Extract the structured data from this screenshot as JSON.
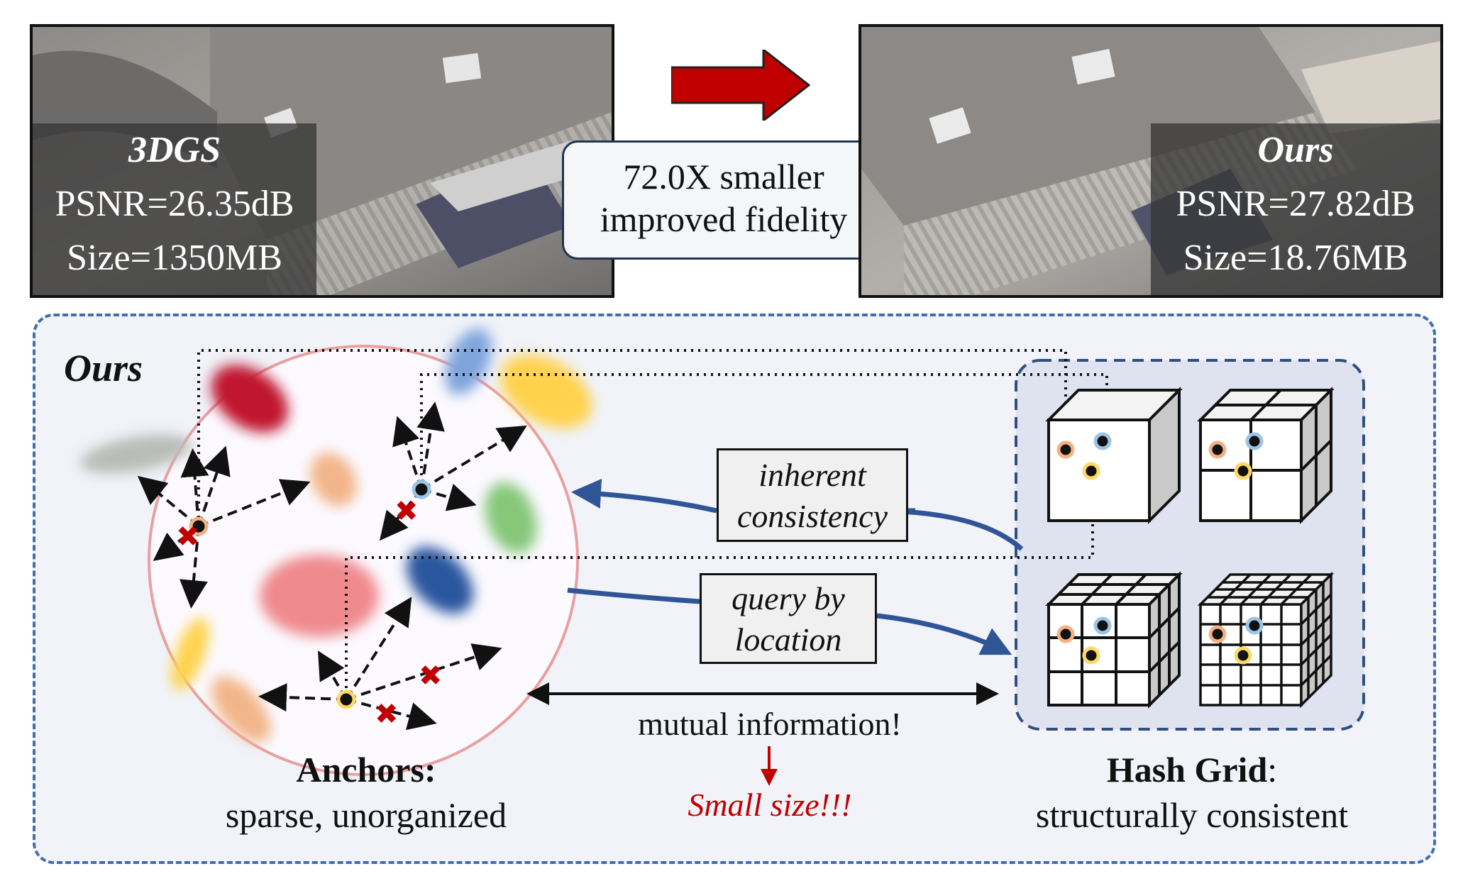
{
  "top": {
    "left_panel": {
      "method": "3DGS",
      "psnr": "PSNR=26.35dB",
      "size": "Size=1350MB"
    },
    "right_panel": {
      "method": "Ours",
      "psnr": "PSNR=27.82dB",
      "size": "Size=18.76MB"
    },
    "comparison": {
      "line1": "72.0X smaller",
      "line2": "improved fidelity"
    },
    "arrow_color": "#c00000"
  },
  "bottom": {
    "title": "Ours",
    "box_inherent": {
      "line1": "inherent",
      "line2": "consistency"
    },
    "box_query": {
      "line1": "query by",
      "line2": "location"
    },
    "mutual": "mutual information!",
    "small_size": "Small size!!!",
    "anchors_title": "Anchors:",
    "anchors_desc": "sparse, unorganized",
    "hash_title": "Hash Grid",
    "hash_colon": ":",
    "hash_desc": "structurally consistent"
  },
  "colors": {
    "panel_border": "#3f6fb0",
    "flow_arrow": "#2f5597",
    "accent_red": "#c00000",
    "anchor_orange": "#f4b183",
    "anchor_blue": "#9dc3e6",
    "anchor_yellow": "#ffd966"
  }
}
